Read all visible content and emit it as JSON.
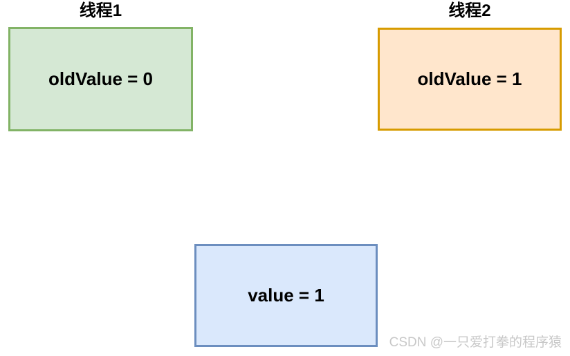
{
  "diagram": {
    "thread1": {
      "title": "线程1",
      "box_text": "oldValue = 0"
    },
    "thread2": {
      "title": "线程2",
      "box_text": "oldValue = 1"
    },
    "shared": {
      "box_text": "value = 1"
    },
    "watermark": "CSDN @一只爱打拳的程序猿",
    "colors": {
      "green_fill": "#d5e8d4",
      "green_border": "#82b366",
      "orange_fill": "#ffe6cc",
      "orange_border": "#d79b00",
      "blue_fill": "#dae8fc",
      "blue_border": "#6c8ebf",
      "text": "#000000",
      "watermark": "#c8c8c8",
      "bg": "#ffffff"
    }
  }
}
